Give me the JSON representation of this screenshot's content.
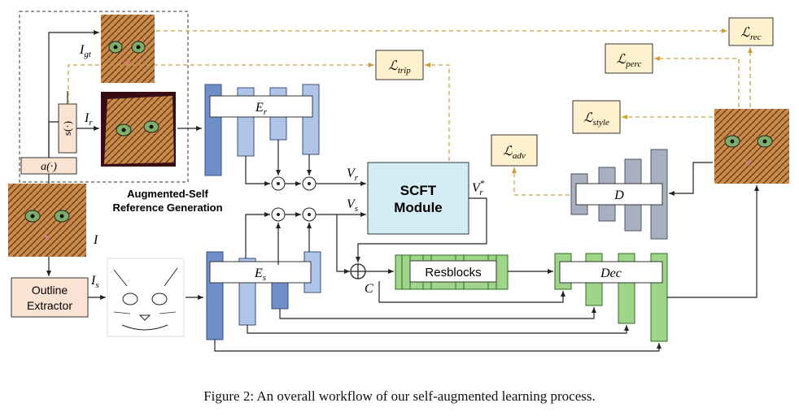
{
  "diagram": {
    "labels": {
      "I_gt": "I",
      "I_gt_sub": "gt",
      "I_r": "I",
      "I_r_sub": "r",
      "I": "I",
      "I_s": "I",
      "I_s_sub": "s",
      "s_fn": "s(·)",
      "a_fn": "a(·)",
      "aug_ref_line1": "Augmented-Self",
      "aug_ref_line2": "Reference Generation",
      "outline_line1": "Outline",
      "outline_line2": "Extractor",
      "E_r": "E",
      "E_r_sub": "r",
      "E_s": "E",
      "E_s_sub": "s",
      "V_r": "V",
      "V_r_sub": "r",
      "V_s": "V",
      "V_s_sub": "s",
      "V_r_star": "V",
      "V_r_star_sub": "r",
      "V_r_star_sup": "*",
      "scft_line1": "SCFT",
      "scft_line2": "Module",
      "resblocks": "Resblocks",
      "C": "C",
      "Dec": "Dec",
      "D": "D",
      "odot": "⊙",
      "oplus": "⊕",
      "L_rec_sub": "rec",
      "L_perc_sub": "perc",
      "L_style_sub": "style",
      "L_adv_sub": "adv",
      "L_trip_sub": "trip",
      "script_L": "ℒ"
    },
    "colors": {
      "encoder_blue": "#b0c4e8",
      "encoder_blue_dark": "#6f8fc8",
      "green": "#9fd58a",
      "green_dark": "#4f9a3a",
      "gray": "#a8b0c0",
      "gray_dark": "#6d7690",
      "scft": "#d4ecf4",
      "loss": "#fff2cc",
      "outline": "#fbe3d4",
      "gold": "#c8a040"
    }
  },
  "caption": "Figure 2: An overall workflow of our self-augmented learning process."
}
